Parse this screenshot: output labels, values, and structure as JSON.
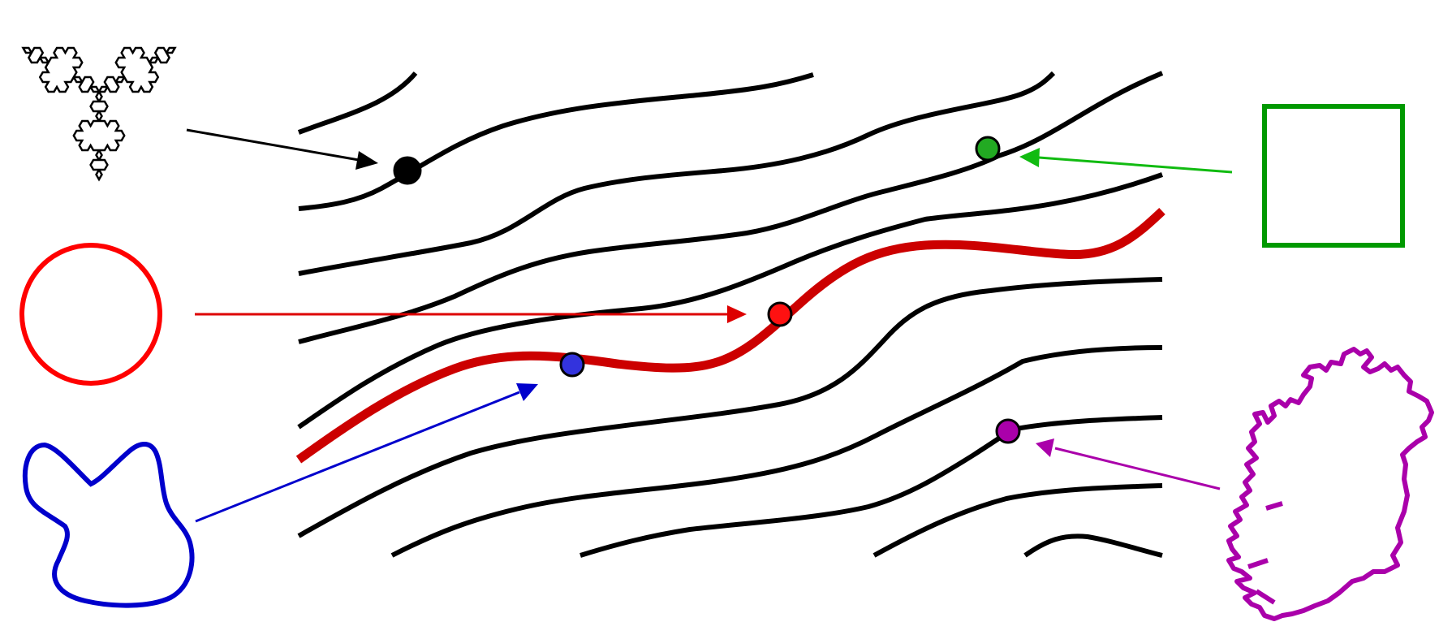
{
  "diagram": {
    "colors": {
      "background": "#ffffff",
      "flow_line": "#000000",
      "highlight_line": "#cc0000",
      "snowflake": "#000000",
      "circle": "#ff0000",
      "blob": "#0000cc",
      "square": "#009900",
      "ireland": "#aa00aa",
      "point_black": "#000000",
      "point_green": "#22aa22",
      "point_red": "#ff1111",
      "point_blue": "#3333dd",
      "point_magenta": "#aa00aa",
      "arrow_black": "#000000",
      "arrow_green": "#11bb11",
      "arrow_red": "#dd0000",
      "arrow_blue": "#0000cc",
      "arrow_magenta": "#aa00aa"
    },
    "shapes": [
      {
        "name": "koch-snowflake",
        "icon": "snowflake-outline"
      },
      {
        "name": "circle",
        "icon": "circle-outline"
      },
      {
        "name": "blob",
        "icon": "irregular-blob-outline"
      },
      {
        "name": "square",
        "icon": "square-outline"
      },
      {
        "name": "ireland",
        "icon": "ireland-coastline-outline"
      }
    ]
  }
}
